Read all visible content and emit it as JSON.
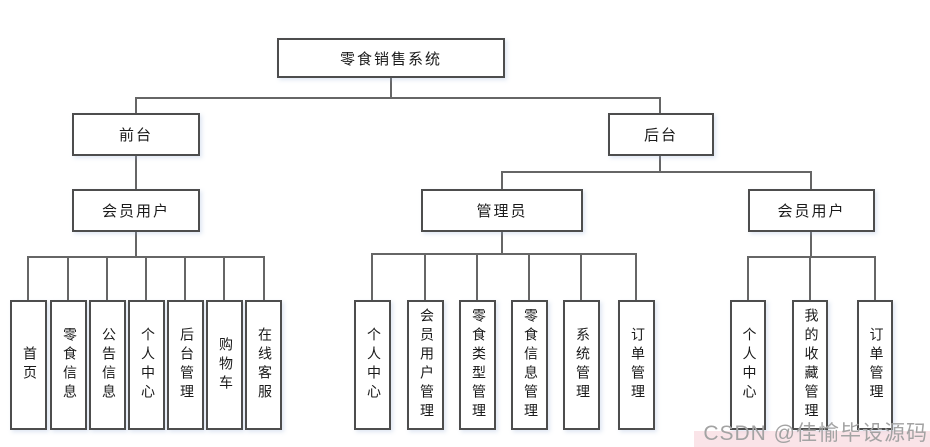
{
  "diagram": {
    "title": "零食销售系统",
    "type": "organization-tree",
    "colors": {
      "box_border": "#4d4d4d",
      "box_background": "#ffffff",
      "connector_line": "#666666",
      "text": "#1a1a1a",
      "watermark_text": "#a3a3a3",
      "watermark_highlight": "#f6cdd5"
    },
    "nodes": {
      "root": {
        "label": "零食销售系统"
      },
      "front_desk": {
        "label": "前台"
      },
      "back_desk": {
        "label": "后台"
      },
      "front_member": {
        "label": "会员用户"
      },
      "admin": {
        "label": "管理员"
      },
      "back_member": {
        "label": "会员用户"
      }
    },
    "front_member_children": [
      "首页",
      "零食信息",
      "公告信息",
      "个人中心",
      "后台管理",
      "购物车",
      "在线客服"
    ],
    "admin_children": [
      "个人中心",
      "会员用户管理",
      "零食类型管理",
      "零食信息管理",
      "系统管理",
      "订单管理"
    ],
    "back_member_children": [
      "个人中心",
      "我的收藏管理",
      "订单管理"
    ],
    "watermark": "CSDN @佳愉毕设源码"
  }
}
